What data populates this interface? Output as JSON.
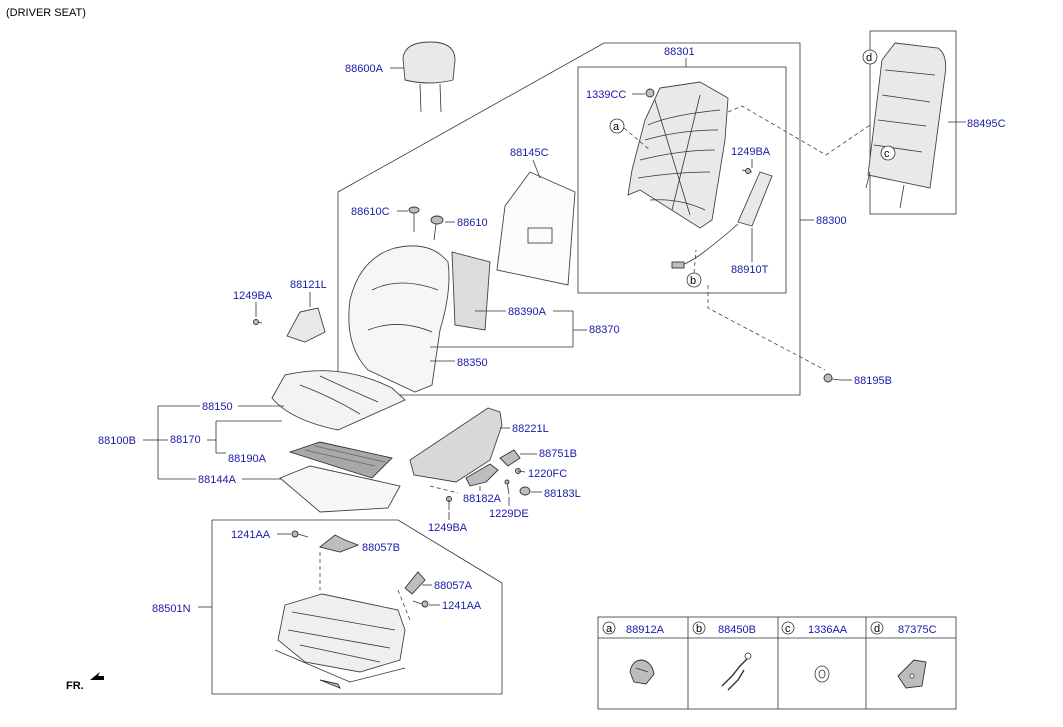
{
  "title": "(DRIVER SEAT)",
  "orientation_mark": "FR.",
  "part_labels": {
    "headrest": "88600A",
    "backrest_frame_group": "88301",
    "nut": "1339CC",
    "back_board": "88145C",
    "back_panel": "88495C",
    "screw_back": "1249BA",
    "back_assembly": "88300",
    "guide_bracket": "88610C",
    "guide": "88610",
    "airbag_module": "88910T",
    "side_cover_screw": "1249BA",
    "side_cover_bracket": "88121L",
    "back_pad_clip": "88390A",
    "back_pad_group": "88370",
    "back_pad": "88350",
    "bolt_back": "88195B",
    "cushion_cover": "88150",
    "cushion_assembly": "88100B",
    "cushion_pad": "88170",
    "heater": "88190A",
    "cushion_mat": "88144A",
    "shield_outer": "88221L",
    "knob": "88751B",
    "screw_shield": "1220FC",
    "lever": "88182A",
    "cap": "88183L",
    "screw_cap": "1229DE",
    "screw_shield_lower": "1249BA",
    "frame_bolt_top": "1241AA",
    "frame_bracket_top": "88057B",
    "frame_bracket_side": "88057A",
    "frame_bolt_side": "1241AA",
    "track_frame": "88501N"
  },
  "callout_letters": [
    "a",
    "b",
    "c",
    "d"
  ],
  "legend": [
    {
      "letter": "a",
      "part": "88912A",
      "icon": "clip-icon"
    },
    {
      "letter": "b",
      "part": "88450B",
      "icon": "wire-hook-icon"
    },
    {
      "letter": "c",
      "part": "1336AA",
      "icon": "grommet-icon"
    },
    {
      "letter": "d",
      "part": "87375C",
      "icon": "bracket-icon"
    }
  ]
}
